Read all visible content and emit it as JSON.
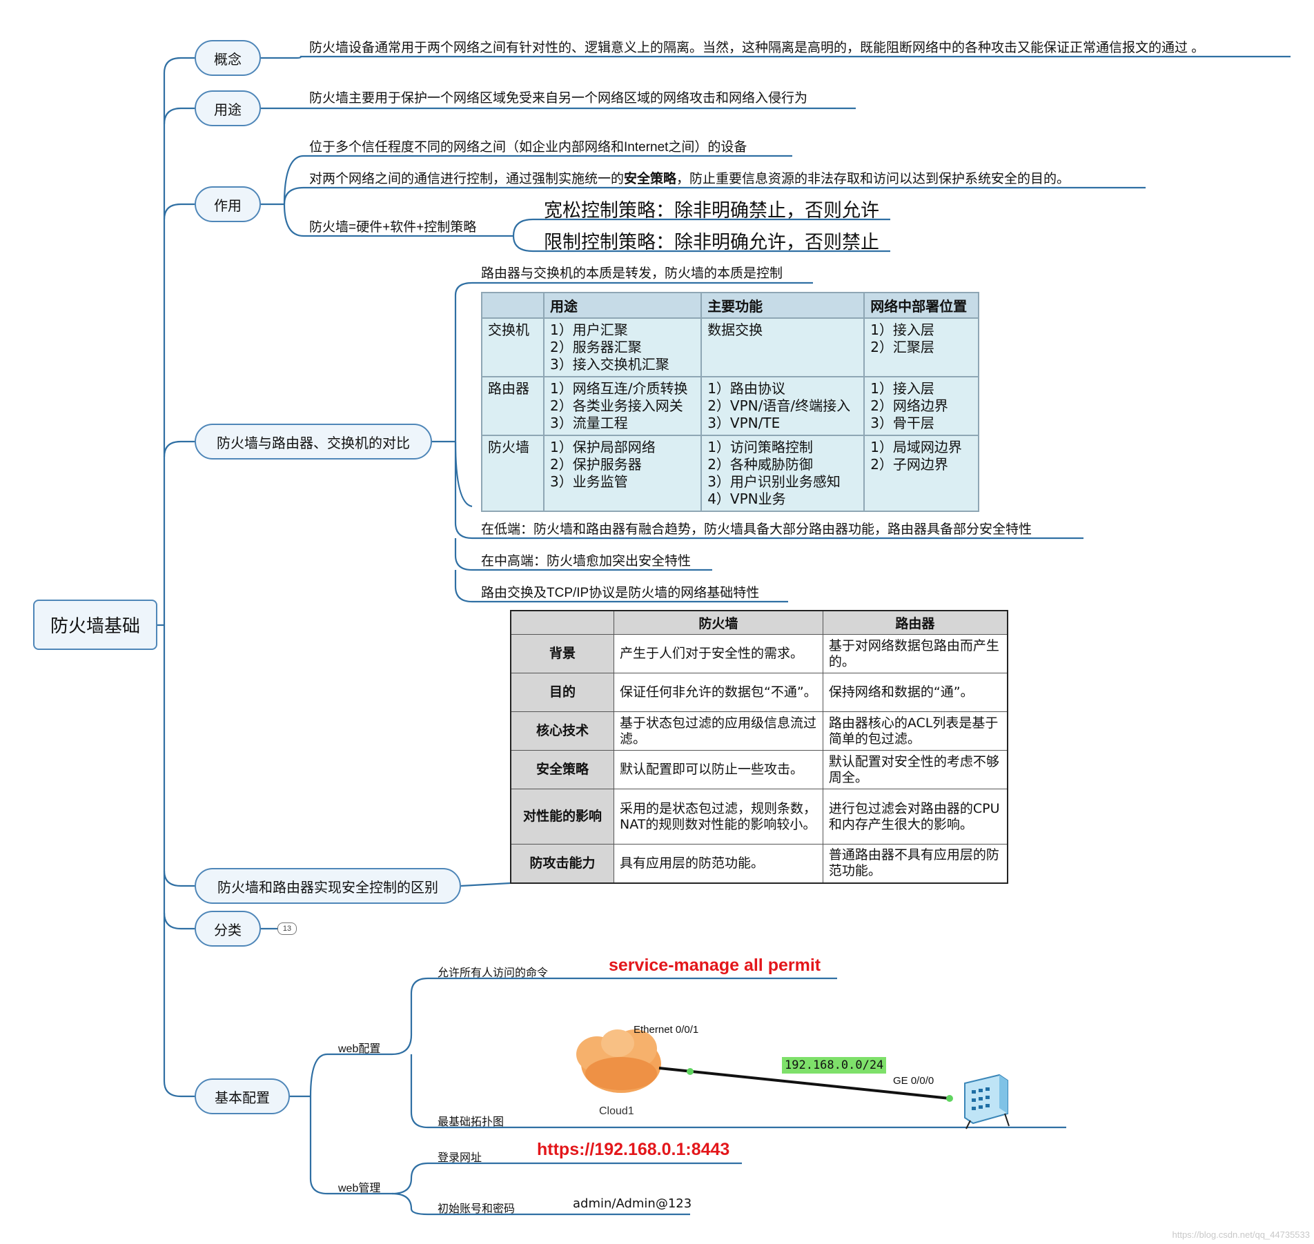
{
  "root": {
    "label": "防火墙基础"
  },
  "branches": {
    "concept": {
      "label": "概念",
      "text": "防火墙设备通常用于两个网络之间有针对性的、逻辑意义上的隔离。当然，这种隔离是高明的，既能阻断网络中的各种攻击又能保证正常通信报文的通过 。"
    },
    "usage": {
      "label": "用途",
      "text": "防火墙主要用于保护一个网络区域免受来自另一个网络区域的网络攻击和网络入侵行为"
    },
    "role": {
      "label": "作用",
      "item1": "位于多个信任程度不同的网络之间（如企业内部网络和Internet之间）的设备",
      "item2_pre": "对两个网络之间的通信进行控制，通过强制实施统一的",
      "item2_bold": "安全策略",
      "item2_post": "，防止重要信息资源的非法存取和访问以达到保护系统安全的目的。",
      "item3": "防火墙=硬件+软件+控制策略",
      "policy_loose": "宽松控制策略：除非明确禁止，否则允许",
      "policy_strict": "限制控制策略：除非明确允许，否则禁止"
    },
    "compare": {
      "label": "防火墙与路由器、交换机的对比",
      "essence": "路由器与交换机的本质是转发，防火墙的本质是控制",
      "headers": [
        "",
        "用途",
        "主要功能",
        "网络中部署位置"
      ],
      "rows": [
        {
          "name": "交换机",
          "use": [
            "1）用户汇聚",
            "2）服务器汇聚",
            "3）接入交换机汇聚"
          ],
          "func": [
            "数据交换"
          ],
          "pos": [
            "1）接入层",
            "2）汇聚层"
          ]
        },
        {
          "name": "路由器",
          "use": [
            "1）网络互连/介质转换",
            "2）各类业务接入网关",
            "3）流量工程"
          ],
          "func": [
            "1）路由协议",
            "2）VPN/语音/终端接入",
            "3）VPN/TE"
          ],
          "pos": [
            "1）接入层",
            "2）网络边界",
            "3）骨干层"
          ]
        },
        {
          "name": "防火墙",
          "use": [
            "1）保护局部网络",
            "2）保护服务器",
            "3）业务监管"
          ],
          "func": [
            "1）访问策略控制",
            "2）各种威胁防御",
            "3）用户识别业务感知",
            "4）VPN业务"
          ],
          "pos": [
            "1）局域网边界",
            "2）子网边界"
          ]
        }
      ],
      "note_low": "在低端：防火墙和路由器有融合趋势，防火墙具备大部分路由器功能，路由器具备部分安全特性",
      "note_high": "在中高端：防火墙愈加突出安全特性",
      "note_base": "路由交换及TCP/IP协议是防火墙的网络基础特性"
    },
    "difference": {
      "label": "防火墙和路由器实现安全控制的区别",
      "headers": [
        "",
        "防火墙",
        "路由器"
      ],
      "rows": [
        {
          "name": "背景",
          "fw": "产生于人们对于安全性的需求。",
          "rt": "基于对网络数据包路由而产生的。"
        },
        {
          "name": "目的",
          "fw": "保证任何非允许的数据包“不通”。",
          "rt": "保持网络和数据的“通”。"
        },
        {
          "name": "核心技术",
          "fw": "基于状态包过滤的应用级信息流过滤。",
          "rt": "路由器核心的ACL列表是基于简单的包过滤。"
        },
        {
          "name": "安全策略",
          "fw": "默认配置即可以防止一些攻击。",
          "rt": "默认配置对安全性的考虑不够周全。"
        },
        {
          "name": "对性能的影响",
          "fw": "采用的是状态包过滤，规则条数，NAT的规则数对性能的影响较小。",
          "rt": "进行包过滤会对路由器的CPU和内存产生很大的影响。"
        },
        {
          "name": "防攻击能力",
          "fw": "具有应用层的防范功能。",
          "rt": "普通路由器不具有应用层的防范功能。"
        }
      ]
    },
    "classify": {
      "label": "分类",
      "count": "13"
    },
    "basic": {
      "label": "基本配置",
      "web_config": {
        "label": "web配置",
        "permit_label": "允许所有人访问的命令",
        "permit_cmd": "service-manage all permit",
        "topo_label": "最基础拓扑图",
        "topo": {
          "port_cloud": "Ethernet 0/0/1",
          "cloud": "Cloud1",
          "subnet": "192.168.0.0/24",
          "port_fw": "GE 0/0/0"
        }
      },
      "web_manage": {
        "label": "web管理",
        "url_label": "登录网址",
        "url": "https://192.168.0.1:8443",
        "cred_label": "初始账号和密码",
        "cred": "admin/Admin@123"
      }
    }
  },
  "watermark": "https://blog.csdn.net/qq_44735533",
  "colors": {
    "line": "#2f6fa3",
    "node_border": "#4e86b8",
    "node_fill": "#eef5fb",
    "highlight": "#e3171b"
  }
}
